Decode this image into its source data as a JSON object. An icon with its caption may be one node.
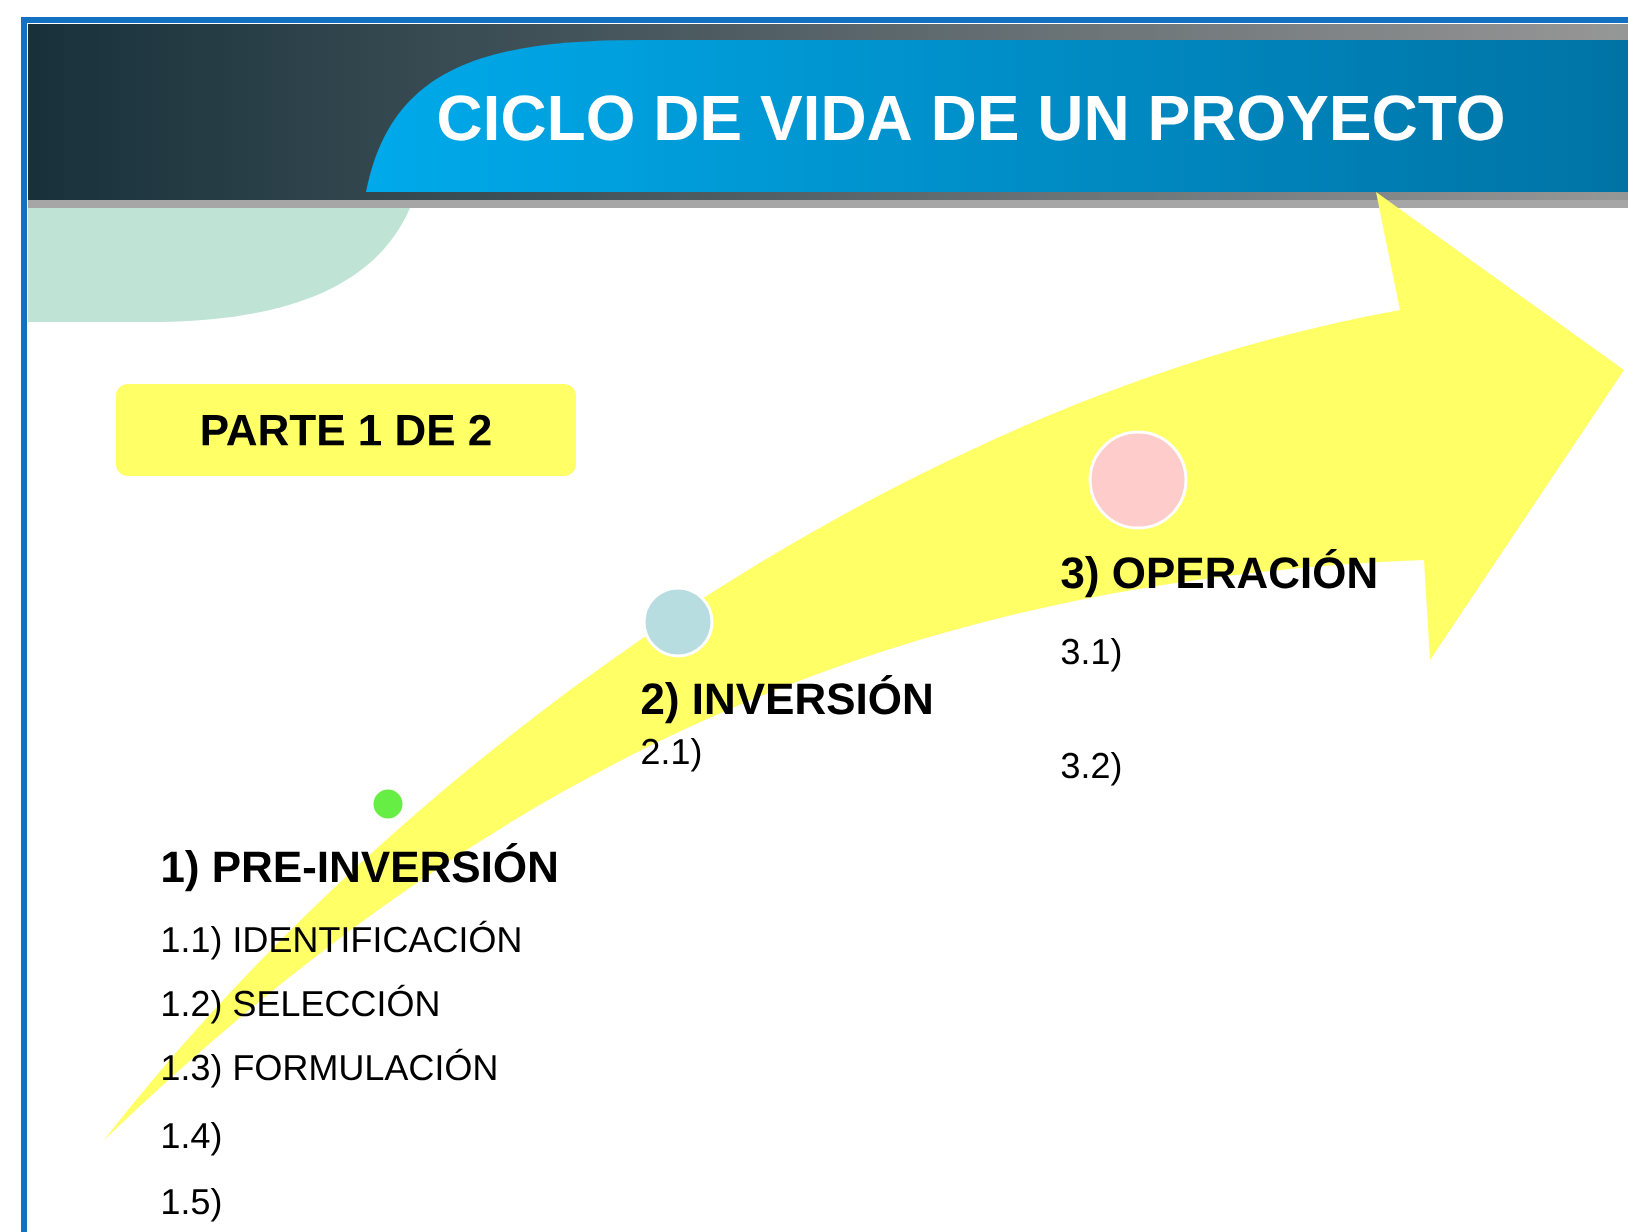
{
  "diagram": {
    "title": "CICLO DE VIDA DE UN PROYECTO",
    "nodes": [
      {
        "text": [
          "PARTE 1 DE 2"
        ]
      },
      {
        "text": [],
        "shape": "circle",
        "beside": [
          "1) PRE-INVERSIÓN",
          "1.1) IDENTIFICACIÓN",
          "1.2) SELECCIÓN",
          "1.3) FORMULACIÓN",
          "1.4)",
          "1.5)"
        ]
      },
      {
        "text": [],
        "shape": "circle",
        "beside": [
          "2) INVERSIÓN",
          "2.1)"
        ]
      },
      {
        "text": [],
        "shape": "circle",
        "beside": [
          "3) OPERACIÓN",
          "3.1)",
          "3.2)"
        ]
      }
    ]
  }
}
